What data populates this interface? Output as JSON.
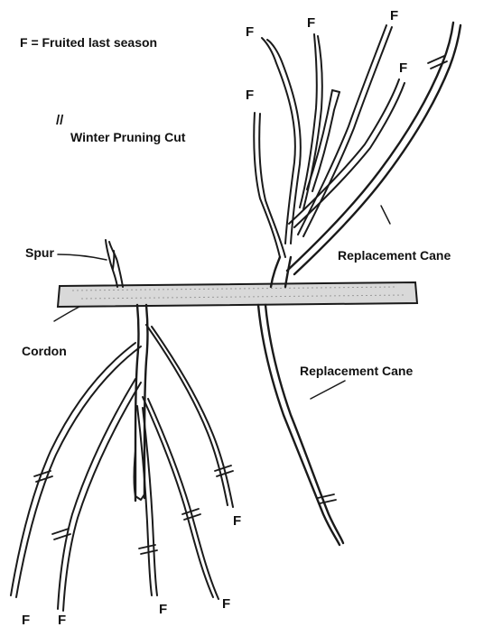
{
  "legend": {
    "fruited": "F = Fruited last season",
    "cut": "Winter Pruning Cut",
    "cut_symbol": "//"
  },
  "labels": {
    "spur": "Spur",
    "cordon": "Cordon",
    "replacement_upper": "Replacement Cane",
    "replacement_lower": "Replacement Cane"
  },
  "f_mark": "F",
  "colors": {
    "ink": "#1a1a1a",
    "cordon_fill": "#d9d9d9",
    "background": "#ffffff"
  }
}
